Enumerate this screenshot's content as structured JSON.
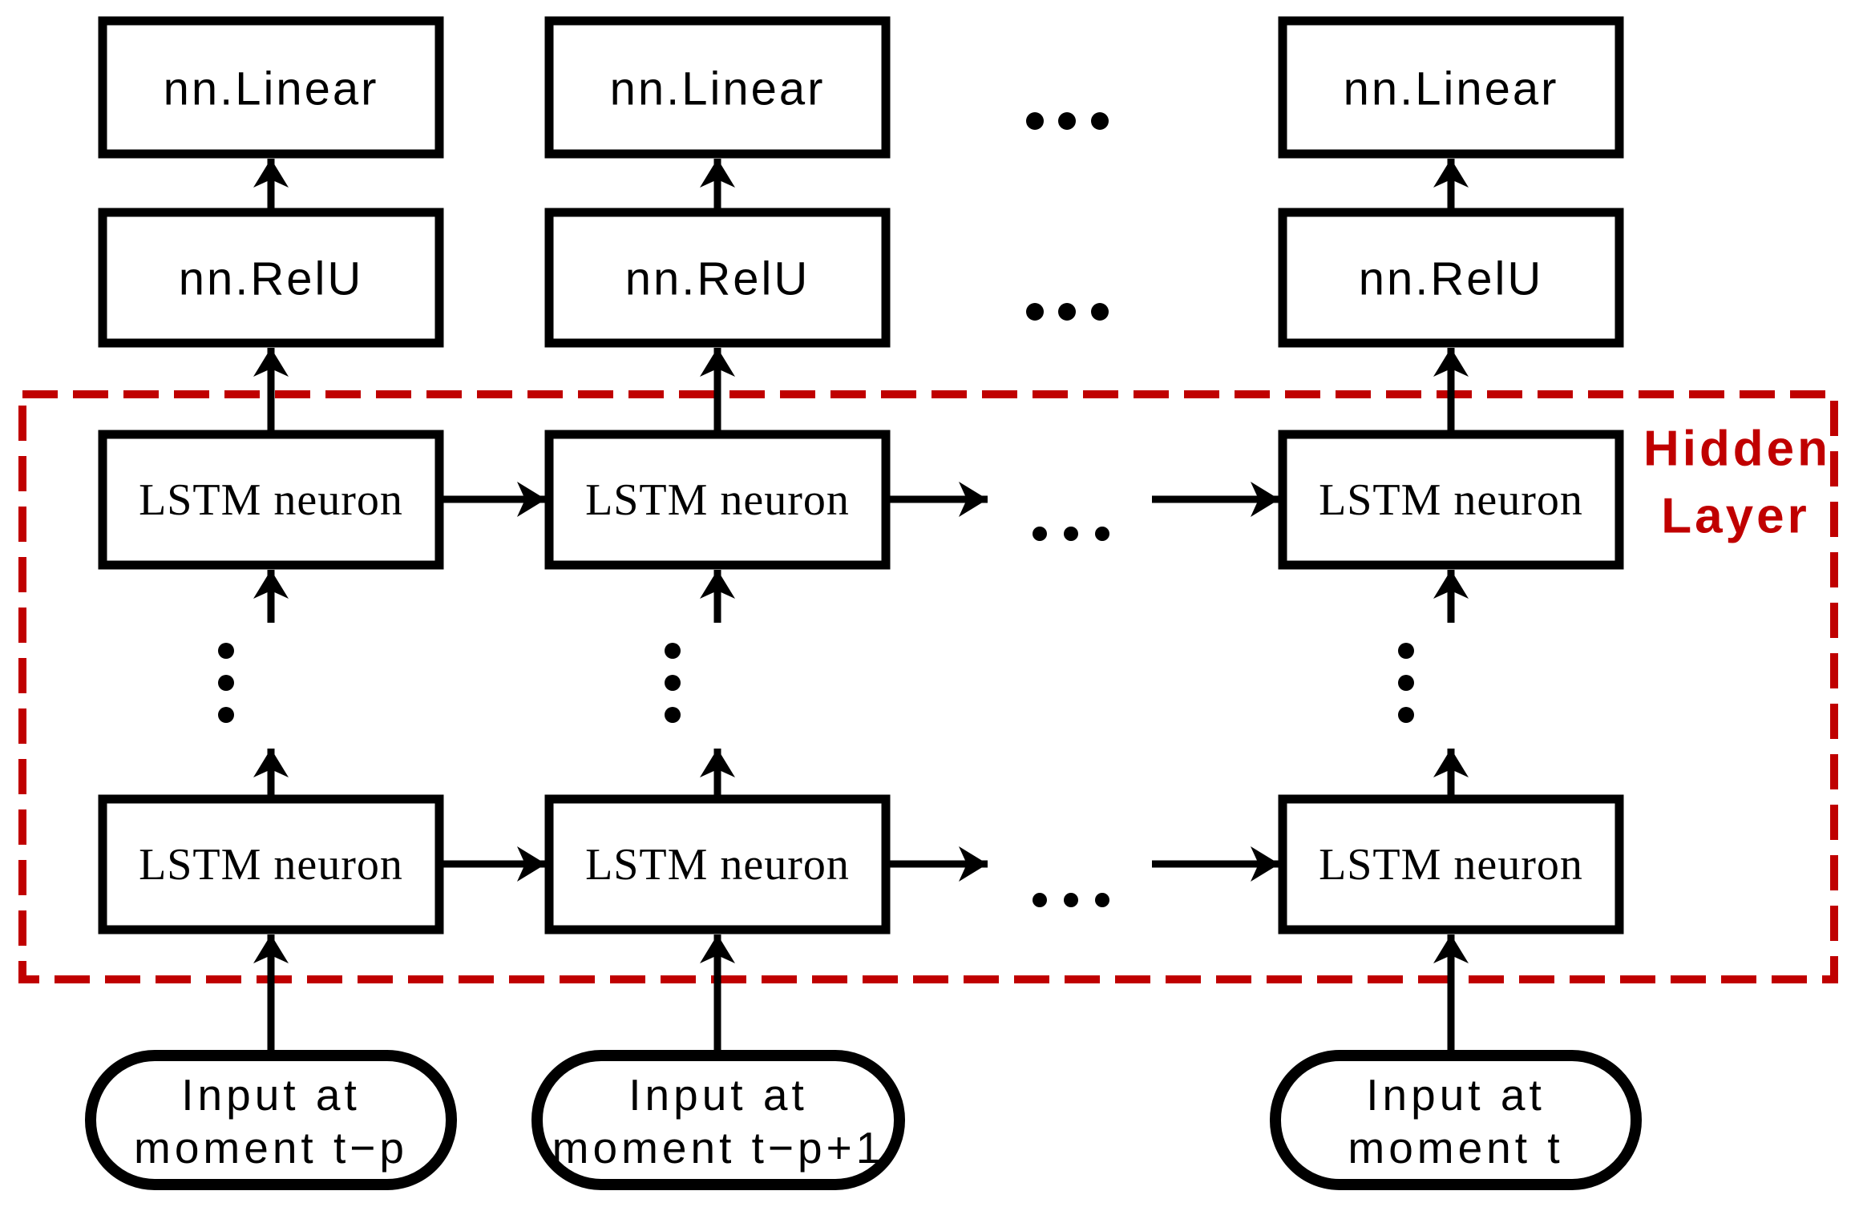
{
  "figure": {
    "hidden_layer": {
      "line1": "Hidden",
      "line2": "Layer"
    },
    "columns": [
      {
        "linear": "nn.Linear",
        "relu": "nn.RelU",
        "lstm_top": "LSTM neuron",
        "lstm_bottom": "LSTM neuron",
        "input_line1": "Input at",
        "input_line2": "moment t−p"
      },
      {
        "linear": "nn.Linear",
        "relu": "nn.RelU",
        "lstm_top": "LSTM neuron",
        "lstm_bottom": "LSTM neuron",
        "input_line1": "Input at",
        "input_line2": "moment t−p+1"
      },
      {
        "linear": "nn.Linear",
        "relu": "nn.RelU",
        "lstm_top": "LSTM neuron",
        "lstm_bottom": "LSTM neuron",
        "input_line1": "Input at",
        "input_line2": "moment t"
      }
    ],
    "ellipsis": {
      "horizontal": "···",
      "vertical": "⋮"
    },
    "colors": {
      "accent_red": "#c00000",
      "black": "#000000",
      "background": "#ffffff"
    }
  }
}
